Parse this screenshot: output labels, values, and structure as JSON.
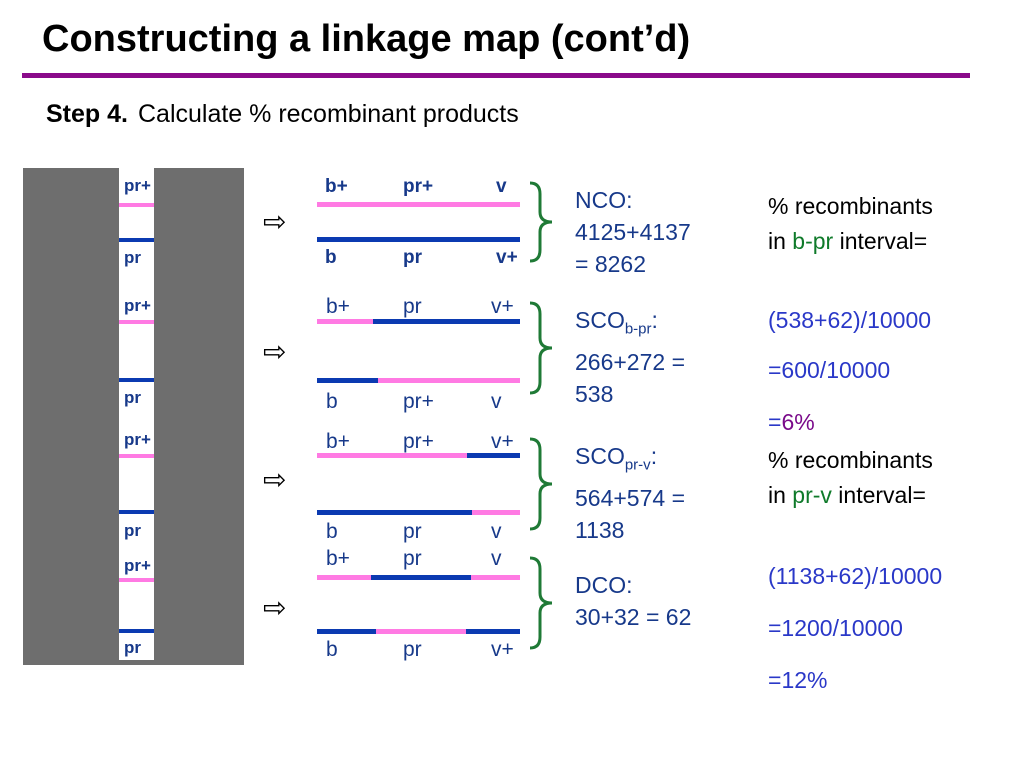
{
  "title": "Constructing a linkage map (cont’d)",
  "step": {
    "label": "Step 4.",
    "text": "Calculate % recombinant products"
  },
  "chromosome_strip": {
    "labels": [
      "pr+",
      "pr",
      "pr+",
      "pr",
      "pr+",
      "pr",
      "pr+",
      "pr"
    ]
  },
  "arrow_glyph": "⇨",
  "gametes": [
    {
      "top_labels": [
        "b+",
        "pr+",
        "v"
      ],
      "bottom_labels": [
        "b",
        "pr",
        "v+"
      ]
    },
    {
      "top_labels": [
        "b+",
        "pr",
        "v+"
      ],
      "bottom_labels": [
        "b",
        "pr+",
        "v"
      ]
    },
    {
      "top_labels": [
        "b+",
        "pr+",
        "v+"
      ],
      "bottom_labels": [
        "b",
        "pr",
        "v"
      ]
    },
    {
      "top_labels": [
        "b+",
        "pr",
        "v"
      ],
      "bottom_labels": [
        "b",
        "pr",
        "v+"
      ]
    }
  ],
  "classes": [
    {
      "name": "NCO:",
      "line2": "4125+4137",
      "line3": "= 8262"
    },
    {
      "name": "SCO",
      "sub": "b-pr",
      "colon": ":",
      "line2": "266+272 =",
      "line3": "538"
    },
    {
      "name": "SCO",
      "sub": "pr-v",
      "colon": ":",
      "line2": "564+574 =",
      "line3": "1138"
    },
    {
      "name": "DCO:",
      "line2": "30+32 = 62"
    }
  ],
  "calc1": {
    "head": "% recombinants",
    "in": "in ",
    "interval": "b-pr",
    "tail": " interval=",
    "formula": "(538+62)/10000",
    "step2": "=600/10000",
    "eq": "=",
    "result": "6%"
  },
  "calc2": {
    "head": "% recombinants",
    "in": "in ",
    "interval": "pr-v",
    "tail": " interval=",
    "formula": "(1138+62)/10000",
    "step2": "=1200/10000",
    "eq": "=",
    "result": "12%"
  }
}
